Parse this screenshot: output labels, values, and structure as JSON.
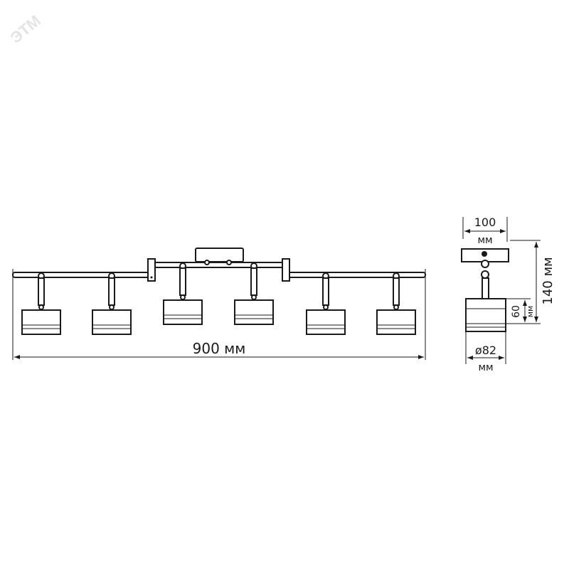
{
  "watermark": "ЭТМ",
  "front_view": {
    "width_label": "900 мм",
    "lamp_count": 6
  },
  "side_view": {
    "canopy_width_value": "100",
    "canopy_width_unit": "мм",
    "height_value": "140 мм",
    "head_height_value": "60",
    "head_height_unit": "мм",
    "head_diameter_value": "ø82",
    "head_diameter_unit": "мм"
  },
  "colors": {
    "line": "#1a1a1a",
    "background": "#ffffff"
  }
}
